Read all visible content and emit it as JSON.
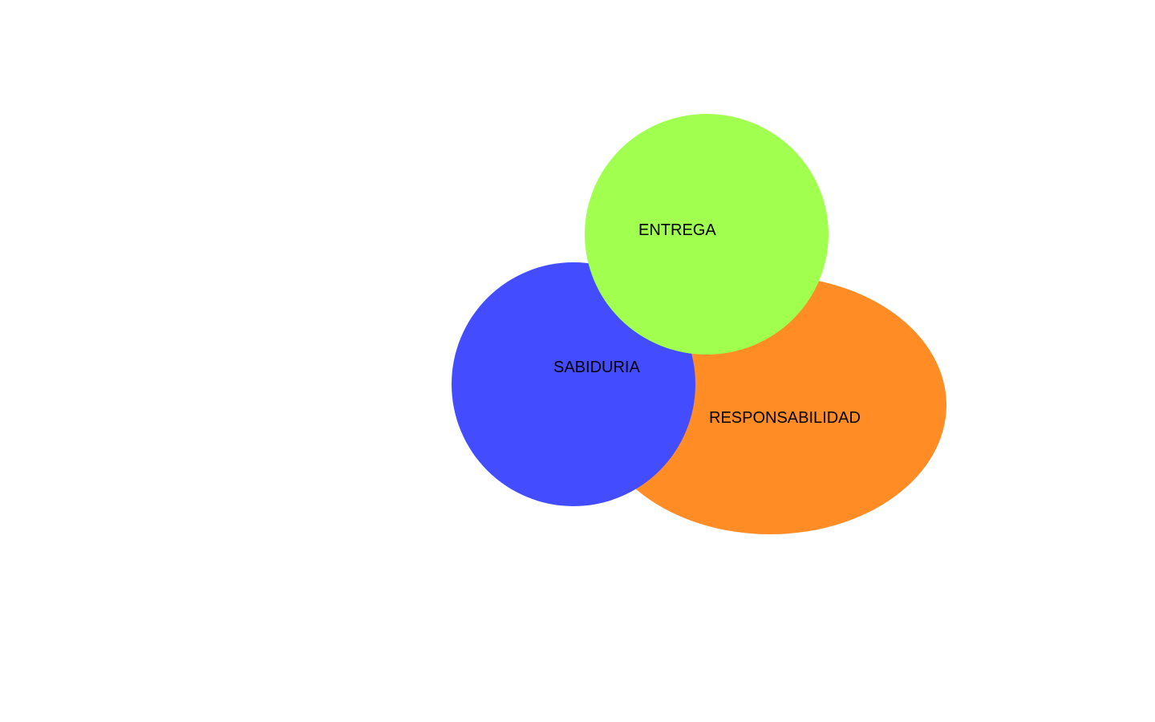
{
  "diagram": {
    "circles": [
      {
        "id": "responsabilidad",
        "label": "RESPONSABILIDAD",
        "color": "#FF8C25"
      },
      {
        "id": "sabiduria",
        "label": "SABIDURIA",
        "color": "#434CFF"
      },
      {
        "id": "entrega",
        "label": "ENTREGA",
        "color": "#A1FF50"
      }
    ]
  }
}
